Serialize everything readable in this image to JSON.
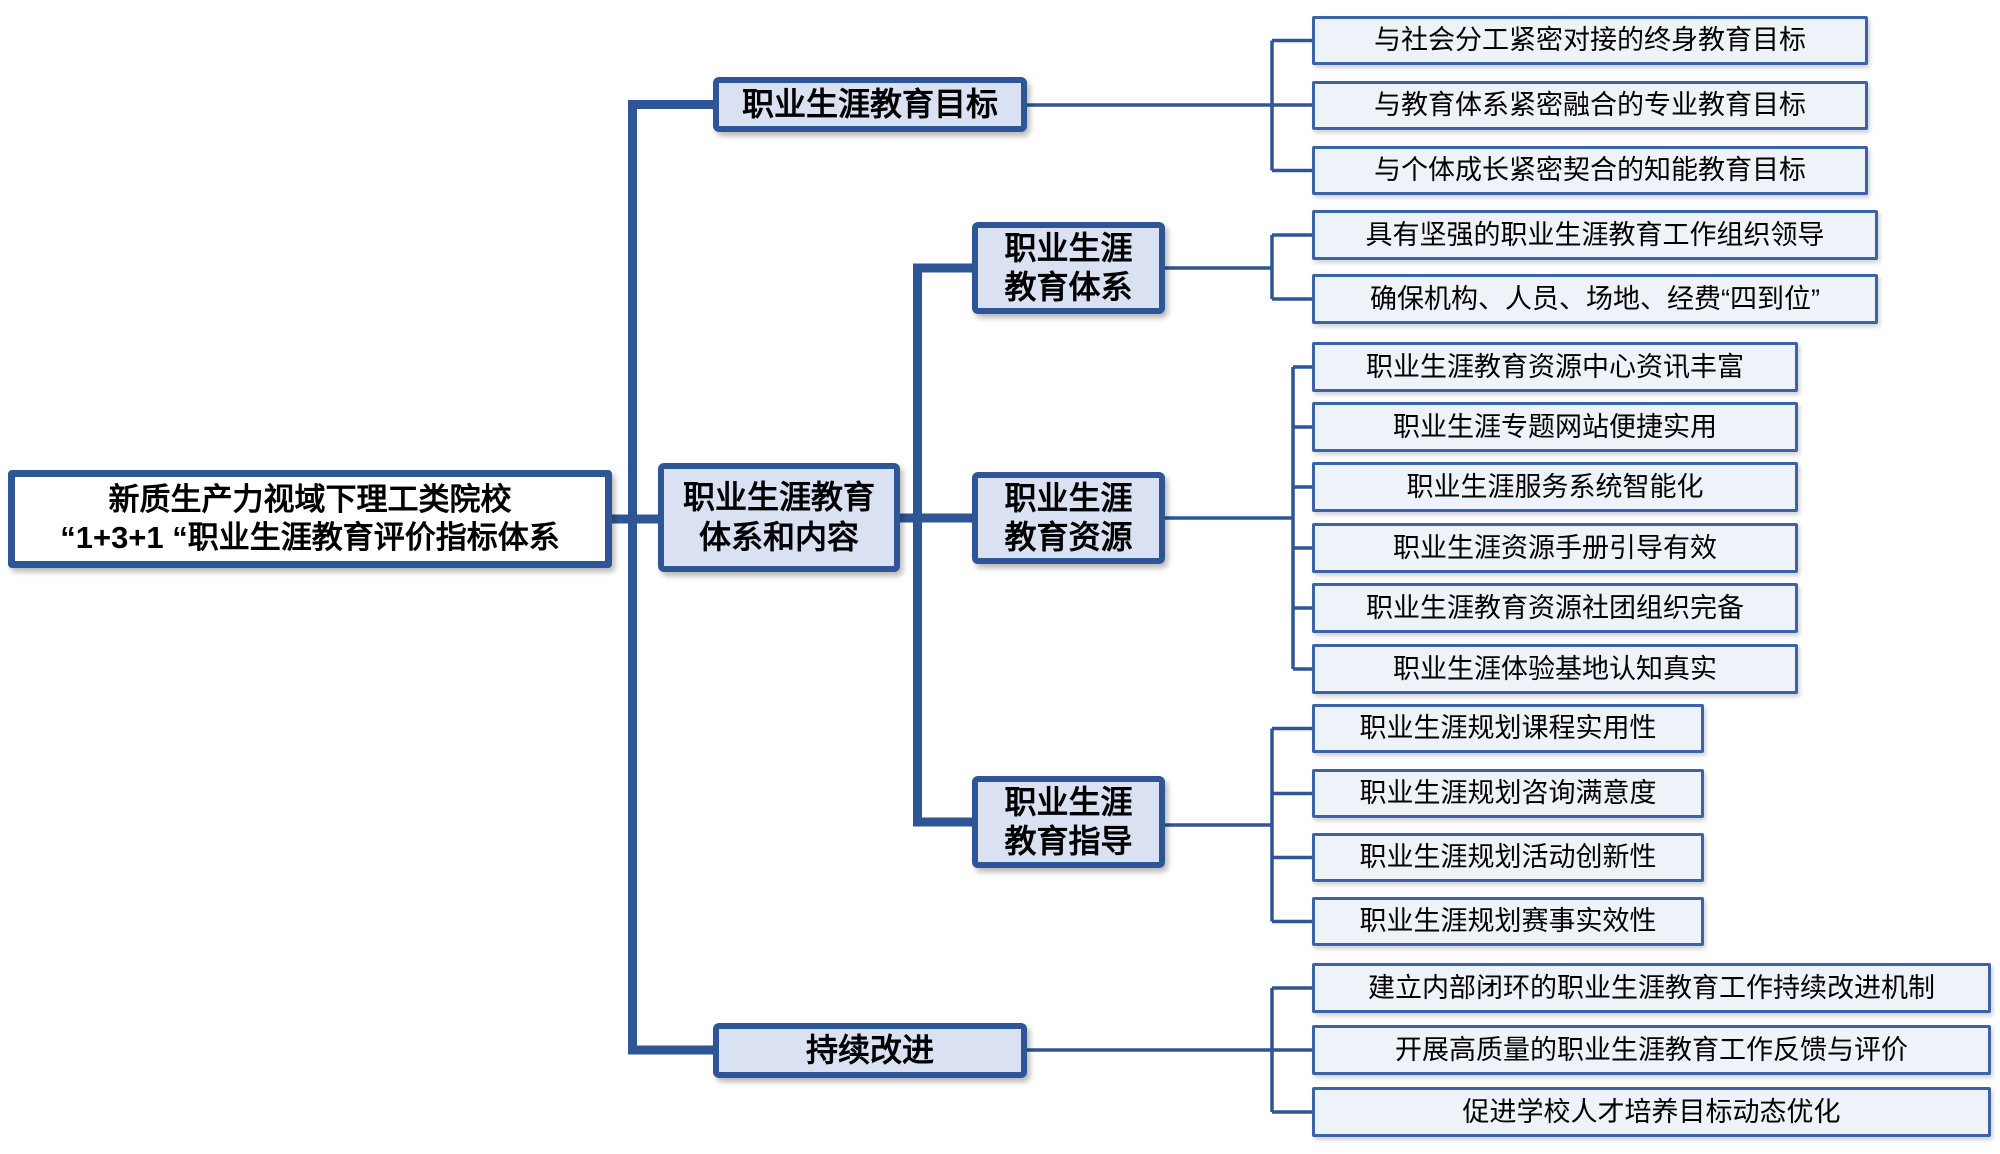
{
  "diagram": {
    "root": {
      "line1": "新质生产力视域下理工类院校",
      "line2": "“1+3+1 “职业生涯教育评价指标体系"
    },
    "branches": [
      {
        "label": "职业生涯教育目标",
        "leaves": [
          "与社会分工紧密对接的终身教育目标",
          "与教育体系紧密融合的专业教育目标",
          "与个体成长紧密契合的知能教育目标"
        ]
      },
      {
        "line1": "职业生涯教育",
        "line2": "体系和内容",
        "children": [
          {
            "line1": "职业生涯",
            "line2": "教育体系",
            "leaves": [
              "具有坚强的职业生涯教育工作组织领导",
              "确保机构、人员、场地、经费“四到位”"
            ]
          },
          {
            "line1": "职业生涯",
            "line2": "教育资源",
            "leaves": [
              "职业生涯教育资源中心资讯丰富",
              "职业生涯专题网站便捷实用",
              "职业生涯服务系统智能化",
              "职业生涯资源手册引导有效",
              "职业生涯教育资源社团组织完备",
              "职业生涯体验基地认知真实"
            ]
          },
          {
            "line1": "职业生涯",
            "line2": "教育指导",
            "leaves": [
              "职业生涯规划课程实用性",
              "职业生涯规划咨询满意度",
              "职业生涯规划活动创新性",
              "职业生涯规划赛事实效性"
            ]
          }
        ]
      },
      {
        "label": "持续改进",
        "leaves": [
          "建立内部闭环的职业生涯教育工作持续改进机制",
          "开展高质量的职业生涯教育工作反馈与评价",
          "促进学校人才培养目标动态优化"
        ]
      }
    ],
    "colors": {
      "line": "#2e5596",
      "leaf_border": "#3c63a8",
      "node_fill": "#d9e1f2",
      "leaf_fill": "#eef2f9",
      "text": "#000000",
      "background": "#ffffff"
    }
  }
}
